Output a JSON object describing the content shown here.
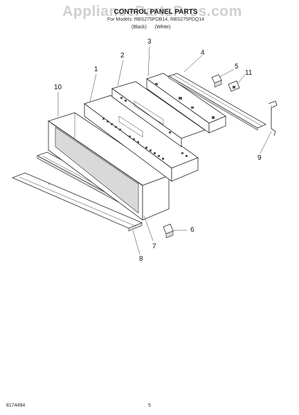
{
  "header": {
    "watermark": "AppliancePartsPros.com",
    "title": "CONTROL PANEL PARTS",
    "subtitle": "For Models: RBS275PDB14, RBS275PDQ14",
    "colors": [
      "(Black)",
      "(White)"
    ]
  },
  "callouts": [
    "1",
    "2",
    "3",
    "4",
    "5",
    "6",
    "7",
    "8",
    "9",
    "10",
    "11"
  ],
  "footer": {
    "part_number": "8174494",
    "page_number": "5"
  }
}
